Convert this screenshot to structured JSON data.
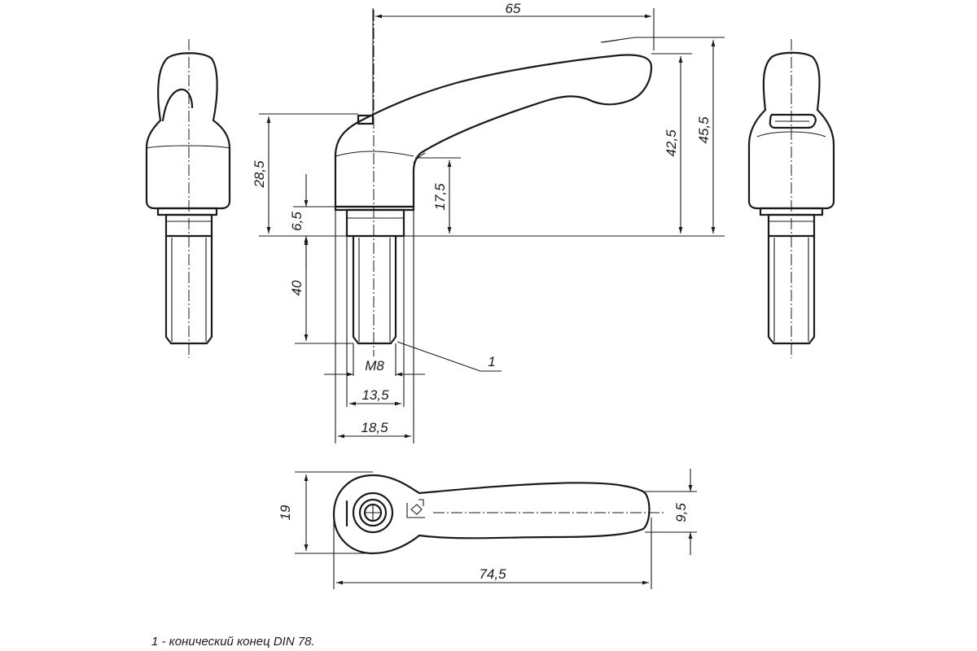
{
  "drawing": {
    "dimensions": {
      "overall_length_top": "65",
      "total_height": "45,5",
      "lever_height": "42,5",
      "hub_height": "28,5",
      "lever_root_height": "17,5",
      "collar_height": "6,5",
      "thread_length": "40",
      "thread": "M8",
      "collar_diameter": "13,5",
      "hub_diameter": "18,5",
      "plan_width": "19",
      "lever_tip_width": "9,5",
      "plan_length": "74,5"
    },
    "callout": "1",
    "footnote": "1 - конический конец DIN 78."
  }
}
